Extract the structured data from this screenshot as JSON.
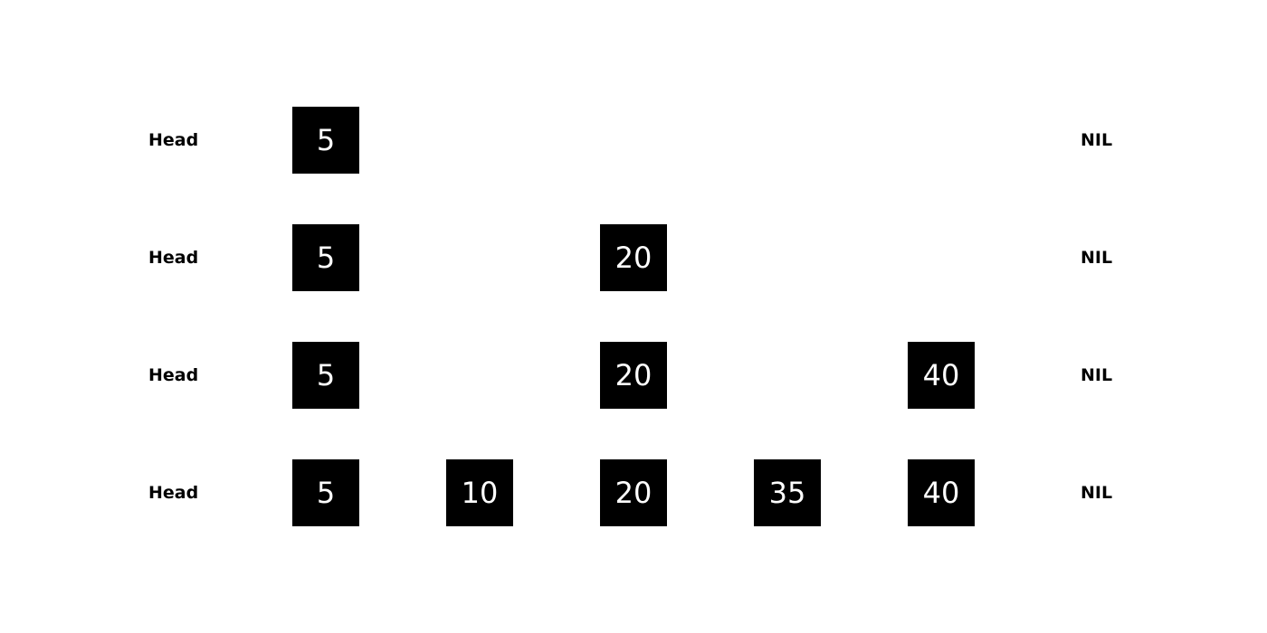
{
  "head_label": "Head",
  "nil_label": "NIL",
  "colors": {
    "background": "#ffffff",
    "node_fill": "#000000",
    "node_text": "#ffffff",
    "label_text": "#000000"
  },
  "levels": [
    {
      "nodes": [
        "5"
      ]
    },
    {
      "nodes": [
        "5",
        "20"
      ]
    },
    {
      "nodes": [
        "5",
        "20",
        "40"
      ]
    },
    {
      "nodes": [
        "5",
        "10",
        "20",
        "35",
        "40"
      ]
    }
  ]
}
